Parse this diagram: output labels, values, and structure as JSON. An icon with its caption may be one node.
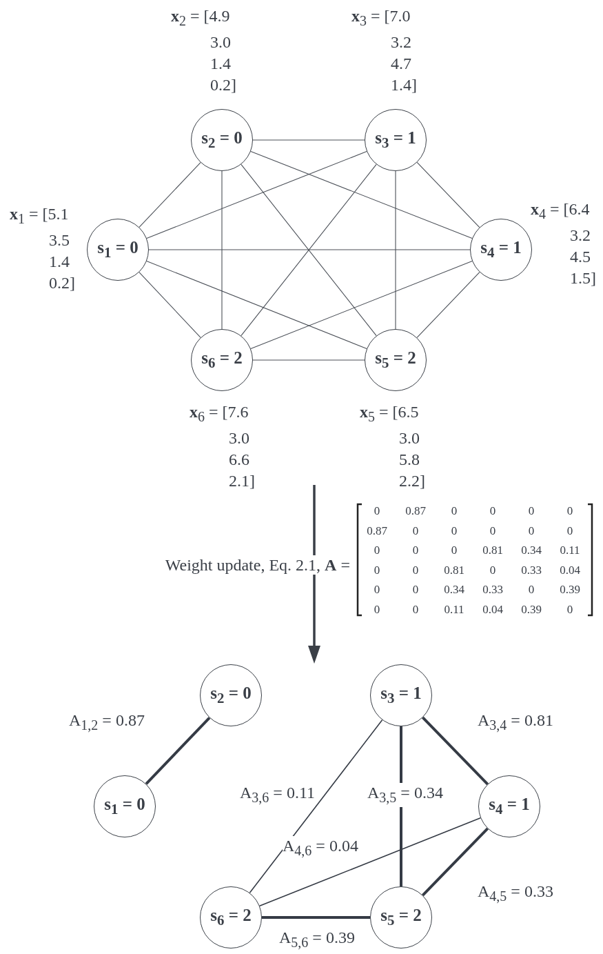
{
  "diagram": {
    "nodes": [
      {
        "text": [
          "s$_{2}$ = 0"
        ],
        "beside": [
          "**x**$_{2}$ = [4.9 3.0 1.4 0.2]"
        ]
      },
      {
        "text": [
          "s$_{3}$ = 1"
        ],
        "beside": [
          "**x**$_{3}$ = [7.0 3.2 4.7 1.4]"
        ]
      },
      {
        "text": [
          "s$_{1}$ = 0"
        ],
        "beside": [
          "**x**$_{1}$ = [5.1 3.5 1.4 0.2]"
        ]
      },
      {
        "text": [
          "s$_{4}$ = 1"
        ],
        "beside": [
          "**x**$_{4}$ = [6.4 3.2 4.5 1.5]"
        ]
      },
      {
        "text": [
          "s$_{6}$ = 2"
        ],
        "beside": [
          "**x**$_{6}$ = [7.6 3.0 6.6 2.1]"
        ]
      },
      {
        "text": [
          "s$_{5}$ = 2"
        ],
        "beside": [
          "**x**$_{5}$ = [6.5 3.0 5.8 2.2]"
        ]
      },
      {
        "text": [
          "s$_{2}$ = 0"
        ]
      },
      {
        "text": [
          "s$_{3}$ = 1"
        ]
      },
      {
        "text": [
          "s$_{1}$ = 0"
        ]
      },
      {
        "text": [
          "s$_{4}$ = 1"
        ]
      },
      {
        "text": [
          "s$_{6}$ = 2"
        ]
      },
      {
        "text": [
          "s$_{5}$ = 2"
        ]
      }
    ],
    "edges": [
      {
        "from": 2,
        "to": 0,
        "arrow": "none"
      },
      {
        "from": 0,
        "to": 1,
        "arrow": "none"
      },
      {
        "from": 1,
        "to": 3,
        "arrow": "none"
      },
      {
        "from": 3,
        "to": 5,
        "arrow": "none"
      },
      {
        "from": 5,
        "to": 4,
        "arrow": "none"
      },
      {
        "from": 4,
        "to": 2,
        "arrow": "none"
      },
      {
        "from": 2,
        "to": 3,
        "arrow": "none"
      },
      {
        "from": 0,
        "to": 4,
        "arrow": "none"
      },
      {
        "from": 1,
        "to": 5,
        "arrow": "none"
      },
      {
        "from": 2,
        "to": 1,
        "arrow": "none"
      },
      {
        "from": 2,
        "to": 5,
        "arrow": "none"
      },
      {
        "from": 0,
        "to": 3,
        "arrow": "none"
      },
      {
        "from": 0,
        "to": 5,
        "arrow": "none"
      },
      {
        "from": 1,
        "to": 4,
        "arrow": "none"
      },
      {
        "from": 3,
        "to": 4,
        "arrow": "none"
      },
      {
        "from": 8,
        "to": 6,
        "arrow": "none",
        "label": "A$_{1,2}$ = 0.87",
        "style": "thick",
        "color": "#353b45"
      },
      {
        "from": 7,
        "to": 9,
        "arrow": "none",
        "label": "A$_{3,4}$ = 0.81",
        "style": "thick",
        "color": "#353b45"
      },
      {
        "from": 7,
        "to": 10,
        "arrow": "none",
        "label": "A$_{3,6}$ = 0.11",
        "color": "#353b45"
      },
      {
        "from": 7,
        "to": 11,
        "arrow": "none",
        "label": "A$_{3,5}$ = 0.34",
        "style": "thick",
        "color": "#353b45"
      },
      {
        "from": 9,
        "to": 10,
        "arrow": "none",
        "label": "A$_{4,6}$ = 0.04",
        "color": "#353b45"
      },
      {
        "from": 9,
        "to": 11,
        "arrow": "none",
        "label": "A$_{4,5}$ = 0.33",
        "style": "thick",
        "color": "#353b45"
      },
      {
        "from": 10,
        "to": 11,
        "arrow": "none",
        "label": "A$_{5,6}$ = 0.39",
        "style": "thick",
        "color": "#353b45"
      }
    ],
    "labels": [
      "Weight update, Eq. 2.1, **A** =",
      "0",
      "0.87",
      "0",
      "0",
      "0",
      "0",
      "0.87",
      "0",
      "0",
      "0",
      "0",
      "0",
      "0",
      "0",
      "0",
      "0.81",
      "0.34",
      "0.11",
      "0",
      "0",
      "0.81",
      "0",
      "0.33",
      "0.04",
      "0",
      "0",
      "0.34",
      "0.33",
      "0",
      "0.39",
      "0",
      "0",
      "0.11",
      "0.04",
      "0.39",
      "0"
    ]
  }
}
